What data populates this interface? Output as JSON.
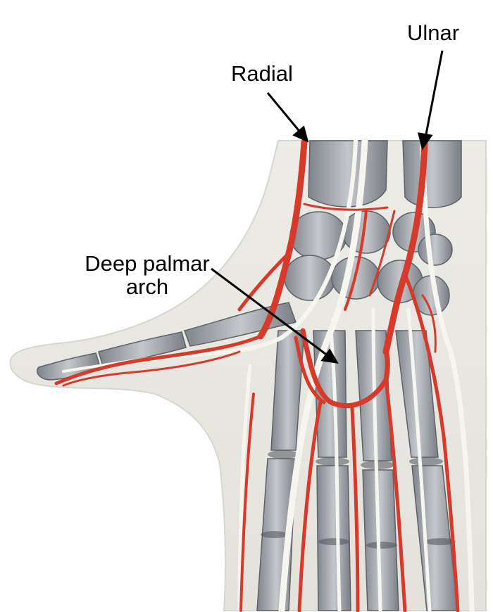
{
  "labels": {
    "ulnar": "Ulnar",
    "radial": "Radial",
    "deep_palmar_arch_line1": "Deep palmar",
    "deep_palmar_arch_line2": "arch"
  },
  "colors": {
    "background": "#ffffff",
    "skin": "#ecebe6",
    "bone": "#a9adb3",
    "bone_dark": "#6c7077",
    "artery": "#d63a2a",
    "nerve": "#f4f4f0",
    "arrow": "#000000"
  }
}
